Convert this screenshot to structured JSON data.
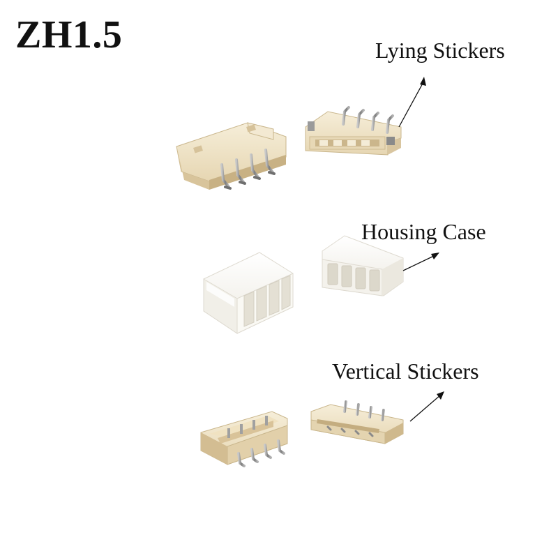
{
  "title": "ZH1.5",
  "labels": {
    "lying": "Lying Stickers",
    "housing": "Housing Case",
    "vertical": "Vertical Stickers"
  },
  "colors": {
    "background": "#ffffff",
    "text": "#111111",
    "connector_beige": "#efe3c6",
    "housing_white": "#fbfaf6",
    "metal_pin": "#8e8e8e"
  }
}
